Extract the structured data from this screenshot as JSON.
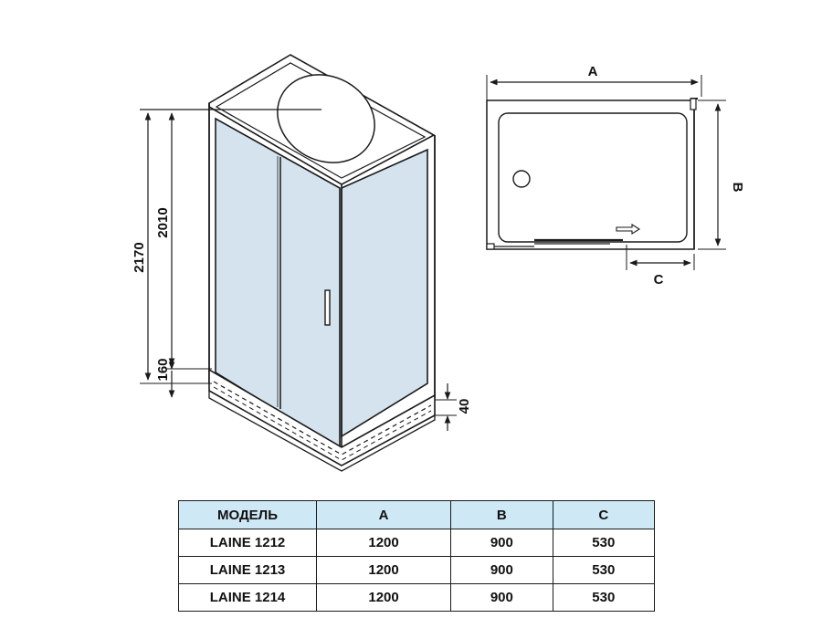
{
  "iso_view": {
    "dim_overall_height": "2170",
    "dim_inner_height": "2010",
    "dim_tray_height": "160",
    "dim_foot": "40"
  },
  "plan_view": {
    "dim_a": "A",
    "dim_b": "B",
    "dim_c": "C"
  },
  "table": {
    "headers": [
      "МОДЕЛЬ",
      "A",
      "B",
      "C"
    ],
    "rows": [
      [
        "LAINE 1212",
        "1200",
        "900",
        "530"
      ],
      [
        "LAINE 1213",
        "1200",
        "900",
        "530"
      ],
      [
        "LAINE 1214",
        "1200",
        "900",
        "530"
      ]
    ]
  },
  "colors": {
    "glass": "#d4e3ee",
    "header_fill": "#cfe8f5",
    "line": "#1a1a1a"
  }
}
